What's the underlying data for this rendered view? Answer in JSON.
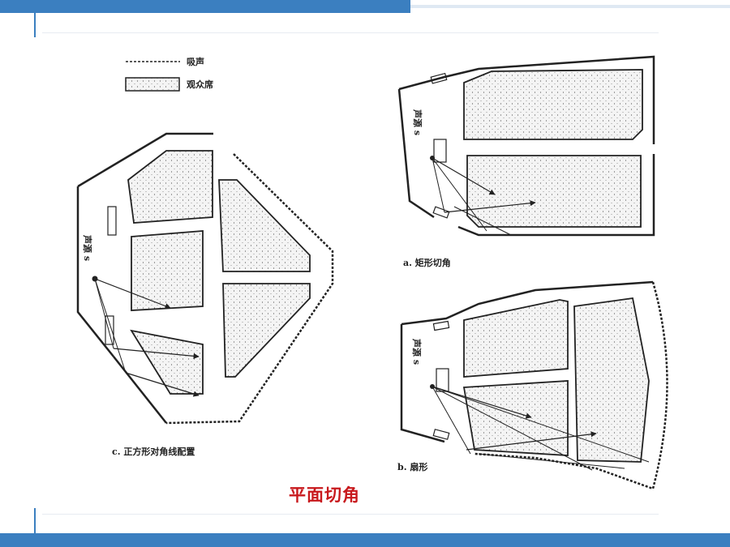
{
  "title": "平面切角",
  "legend": {
    "absorb": "吸声",
    "audience": "观众席"
  },
  "figures": {
    "a": {
      "caption": "a. 矩形切角",
      "source": "声源 s"
    },
    "b": {
      "caption": "b. 扇形",
      "source": "声源 s"
    },
    "c": {
      "caption": "c. 正方形对角线配置",
      "source": "声源 s"
    }
  },
  "colors": {
    "accent": "#3b7fc0",
    "title": "#c8191d",
    "ink": "#222222"
  }
}
